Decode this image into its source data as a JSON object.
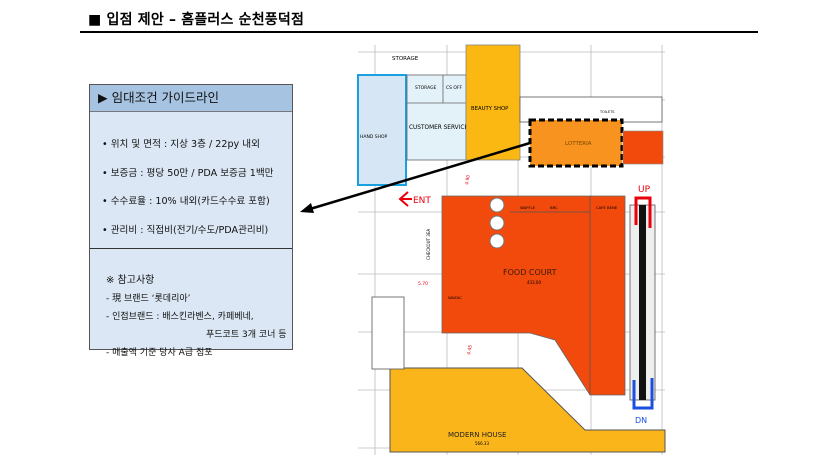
{
  "header": {
    "title": "■ 입점 제안 – 홈플러스 순천풍덕점"
  },
  "guideline": {
    "title": "▶ 임대조건 가이드라인",
    "items": [
      "• 위치 및 면적 : 지상 3층 / 22py 내외",
      "• 보증금 : 평당 50만 / PDA 보증금 1백만",
      "• 수수료율 : 10% 내외(카드수수료 포함)",
      "• 관리비 : 직접비(전기/수도/PDA관리비)"
    ],
    "notes_title": "※ 참고사항",
    "notes": [
      "- 現 브랜드 ‘롯데리아’",
      "- 인접브랜드 : 배스킨라벤스, 카페베네,",
      "푸드코트 3개 코너 등",
      "- 매출액 기준 당사 A급 점포"
    ]
  },
  "floorplan": {
    "labels": {
      "storage": "STORAGE",
      "storage_small": "STORAGE",
      "cs_office": "CS OFF",
      "beauty_shop": "BEAUTY SHOP",
      "customer_service": "CUSTOMER SERVICE",
      "hand_shop": "HAND SHOP",
      "lotteria": "LOTTERIA",
      "entrance": "ENT",
      "food_court": "FOOD COURT",
      "food_court_area": "433.00",
      "waffle": "WAFFLE",
      "brc": "BRC",
      "cafe_bene": "CAFE BENE",
      "wazac": "WAZAC",
      "modern_house": "MODERN HOUSE",
      "modern_house_area": "566.33",
      "up": "UP",
      "dn": "DN",
      "checkout": "CHECKOUT 3EA",
      "dim1": "4.90",
      "dim2": "5.70",
      "dim3": "4.45",
      "toilets": "TOILETS"
    },
    "colors": {
      "food_court": "#f24a0c",
      "lotteria": "#f7931e",
      "beauty": "#fbb813",
      "modern_house": "#f9b51a",
      "service": "#e3f1f8",
      "up": "#e8000b",
      "dn": "#1a4fe0"
    }
  }
}
